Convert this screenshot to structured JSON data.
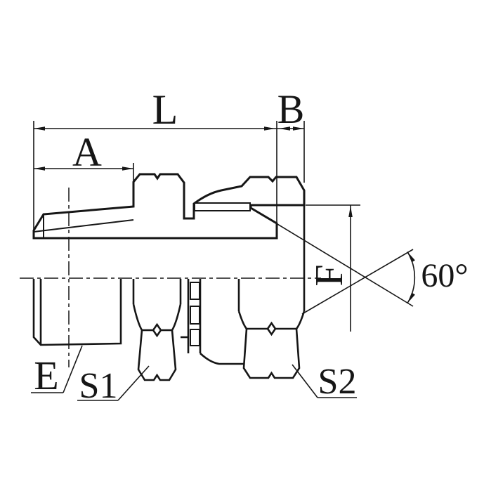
{
  "page": {
    "background": "#ffffff",
    "line_color": "#161616"
  },
  "drawing": {
    "type": "hydraulic-fitting-section-drawing",
    "labels": {
      "overall_length": "L",
      "thread_length": "A",
      "nut_width": "B",
      "male_thread": "E",
      "hex_flats_1": "S1",
      "hex_flats_2": "S2",
      "seat_diameter": "F",
      "seat_angle": "60°"
    }
  }
}
